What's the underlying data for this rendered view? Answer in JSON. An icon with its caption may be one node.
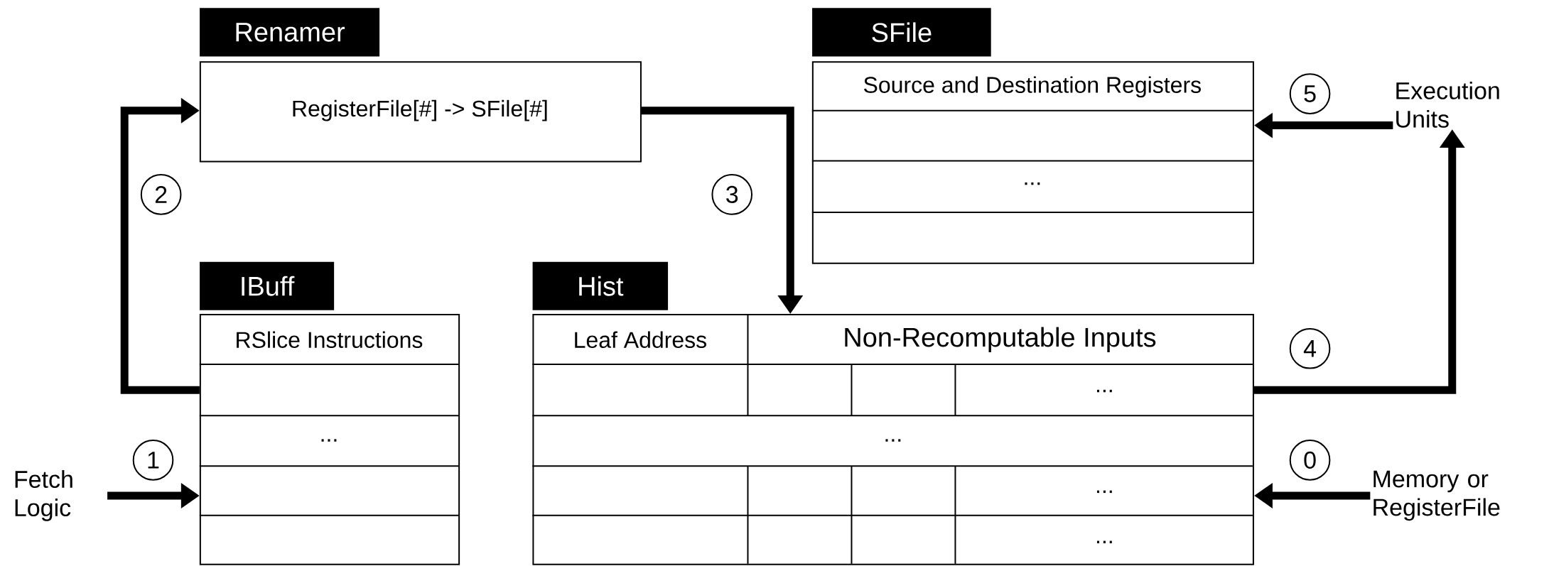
{
  "diagram": {
    "nodes": [
      {
        "text": [
          "Renamer",
          "RegisterFile[#] -> SFile[#]"
        ]
      },
      {
        "text": [
          "SFile",
          "Source and Destination Registers",
          "..."
        ]
      },
      {
        "text": [
          "IBuff",
          "RSlice Instructions",
          "..."
        ]
      },
      {
        "text": [
          "Hist",
          "Leaf Address",
          "Non-Recomputable Inputs",
          "...",
          "...",
          "...",
          "..."
        ]
      },
      {
        "text": [
          "Fetch Logic"
        ]
      },
      {
        "text": [
          "Execution Units"
        ]
      },
      {
        "text": [
          "Memory or RegisterFile"
        ]
      },
      {
        "text": [
          "5"
        ]
      },
      {
        "text": [
          "2"
        ]
      },
      {
        "text": [
          "3"
        ]
      },
      {
        "text": [
          "4"
        ]
      },
      {
        "text": [
          "1"
        ]
      },
      {
        "text": [
          "0"
        ]
      }
    ],
    "edges": [
      {
        "from": 4,
        "to": 2,
        "arrow": "to"
      },
      {
        "from": 2,
        "to": 0,
        "arrow": "to"
      },
      {
        "from": 0,
        "to": 3,
        "arrow": "to"
      },
      {
        "from": 3,
        "to": 5,
        "arrow": "to"
      },
      {
        "from": 5,
        "to": 1,
        "arrow": "to"
      },
      {
        "from": 6,
        "to": 3,
        "arrow": "to"
      }
    ]
  }
}
